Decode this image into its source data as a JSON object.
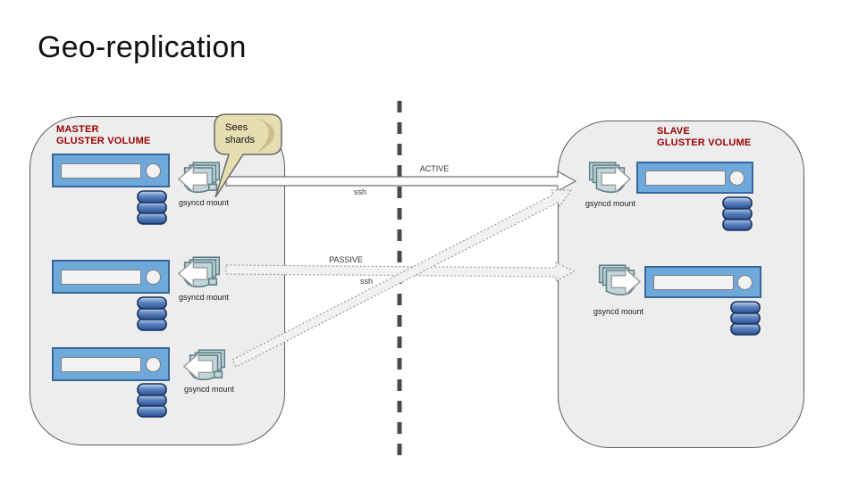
{
  "title": "Geo-replication",
  "master": {
    "label_line1": "MASTER",
    "label_line2": "GLUSTER VOLUME",
    "nodes": [
      {
        "mount_label": "gsyncd mount"
      },
      {
        "mount_label": "gsyncd mount"
      },
      {
        "mount_label": "gsyncd mount"
      }
    ]
  },
  "slave": {
    "label_line1": "SLAVE",
    "label_line2": "GLUSTER VOLUME",
    "nodes": [
      {
        "mount_label": "gsyncd mount"
      },
      {
        "mount_label": "gsyncd mount"
      }
    ]
  },
  "callout": {
    "text": "Sees shards"
  },
  "arrows": {
    "active": {
      "label": "ACTIVE",
      "sublabel": "ssh",
      "style": "solid"
    },
    "passive": {
      "label": "PASSIVE",
      "sublabel": "ssh",
      "style": "dotted"
    },
    "crossover": {
      "style": "dotted"
    }
  },
  "divider": {
    "style": "dashed-vertical"
  },
  "colors": {
    "server_blue": "#6fa9dc",
    "server_border": "#38689b",
    "mount_teal": "#bdd3d8",
    "db_blue": "#3c66ae",
    "callout_tan": "#e7ddb2",
    "label_red": "#990000",
    "panel_gray": "#ededed"
  }
}
